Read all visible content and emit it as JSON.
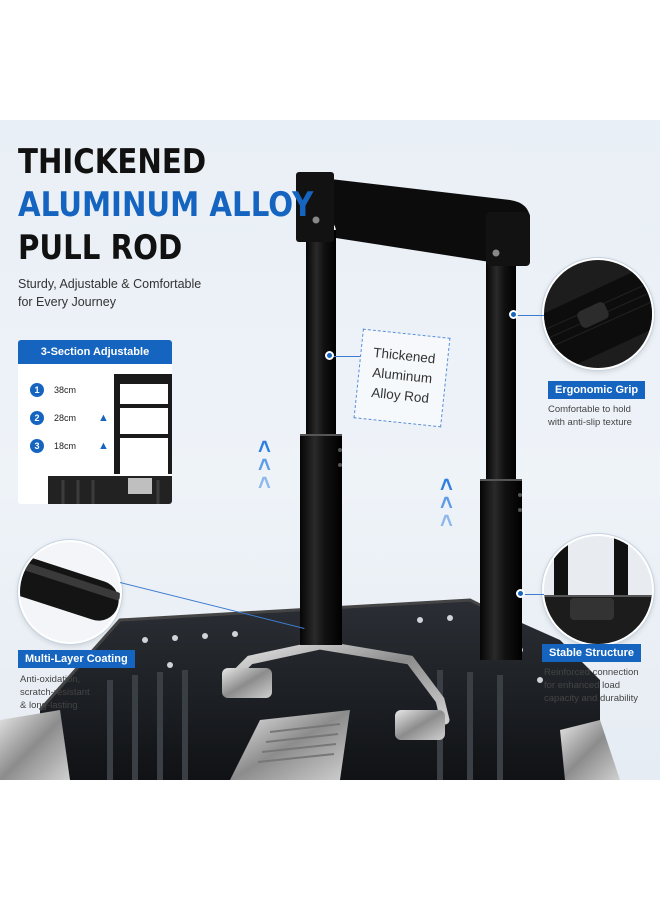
{
  "title": {
    "line1": "THICKENED",
    "line2": "ALUMINUM ALLOY",
    "line3": "PULL ROD"
  },
  "subtitle": {
    "line1": "Sturdy, Adjustable & Comfortable",
    "line2": "for Every Journey"
  },
  "adjustable": {
    "header": "3-Section Adjustable",
    "rows": [
      {
        "num": "1",
        "value": "38cm"
      },
      {
        "num": "2",
        "value": "28cm"
      },
      {
        "num": "3",
        "value": "18cm"
      }
    ]
  },
  "rod_tag": {
    "line1": "Thickened",
    "line2": "Aluminum",
    "line3": "Alloy Rod"
  },
  "grip": {
    "label": "Ergonomic Grip",
    "desc1": "Comfortable to hold",
    "desc2": "with anti-slip texture"
  },
  "coating": {
    "label": "Multi-Layer Coating",
    "desc1": "Anti-oxidation,",
    "desc2": "scratch-resistant",
    "desc3": "& long-lasting"
  },
  "structure": {
    "label": "Stable Structure",
    "desc1": "Reinforced connection",
    "desc2": "for enhanced load",
    "desc3": "capacity and durability"
  },
  "colors": {
    "accent": "#1565c0",
    "rod": "#141414",
    "background": "#eaf0f6"
  },
  "icons": [
    "up-chevron-icon",
    "up-arrow-icon"
  ]
}
